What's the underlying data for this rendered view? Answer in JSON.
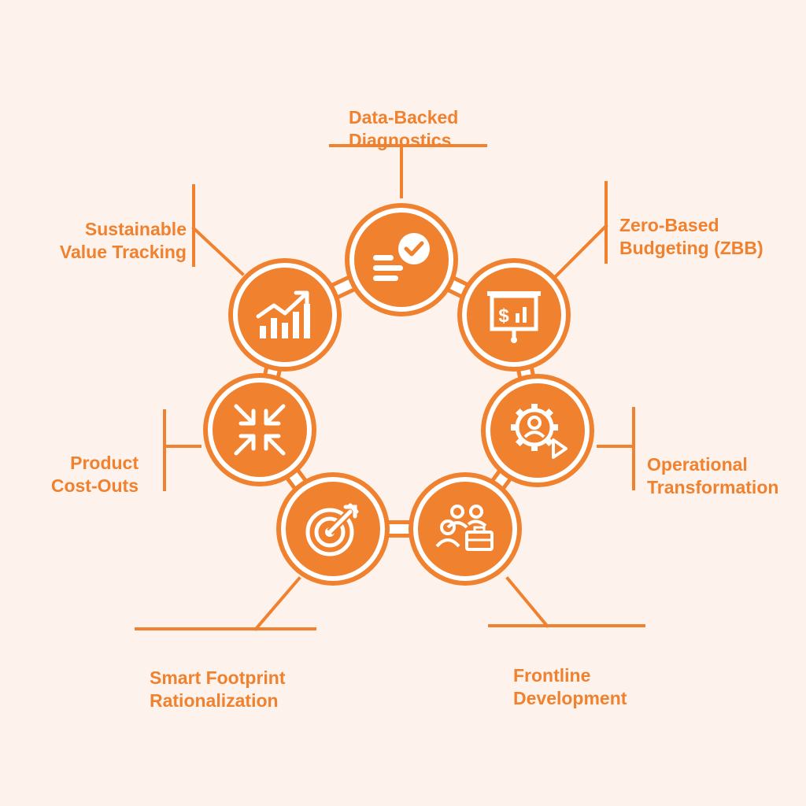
{
  "colors": {
    "background": "#fdf3ec",
    "accent": "#f0812f",
    "icon_fill": "#ffffff"
  },
  "nodes": [
    {
      "id": "data-backed-diagnostics",
      "lines": [
        "Data-Backed",
        "Diagnostics"
      ],
      "icon": "checklist-icon"
    },
    {
      "id": "zero-based-budgeting",
      "lines": [
        "Zero-Based",
        "Budgeting (ZBB)"
      ],
      "icon": "presentation-board-icon"
    },
    {
      "id": "operational-transformation",
      "lines": [
        "Operational",
        "Transformation"
      ],
      "icon": "gear-person-icon"
    },
    {
      "id": "frontline-development",
      "lines": [
        "Frontline",
        "Development"
      ],
      "icon": "team-briefcase-icon"
    },
    {
      "id": "smart-footprint-rationalization",
      "lines": [
        "Smart Footprint",
        "Rationalization"
      ],
      "icon": "target-icon"
    },
    {
      "id": "product-cost-outs",
      "lines": [
        "Product",
        "Cost-Outs"
      ],
      "icon": "shrink-arrows-icon"
    },
    {
      "id": "sustainable-value-tracking",
      "lines": [
        "Sustainable",
        "Value Tracking"
      ],
      "icon": "growth-chart-icon"
    }
  ]
}
